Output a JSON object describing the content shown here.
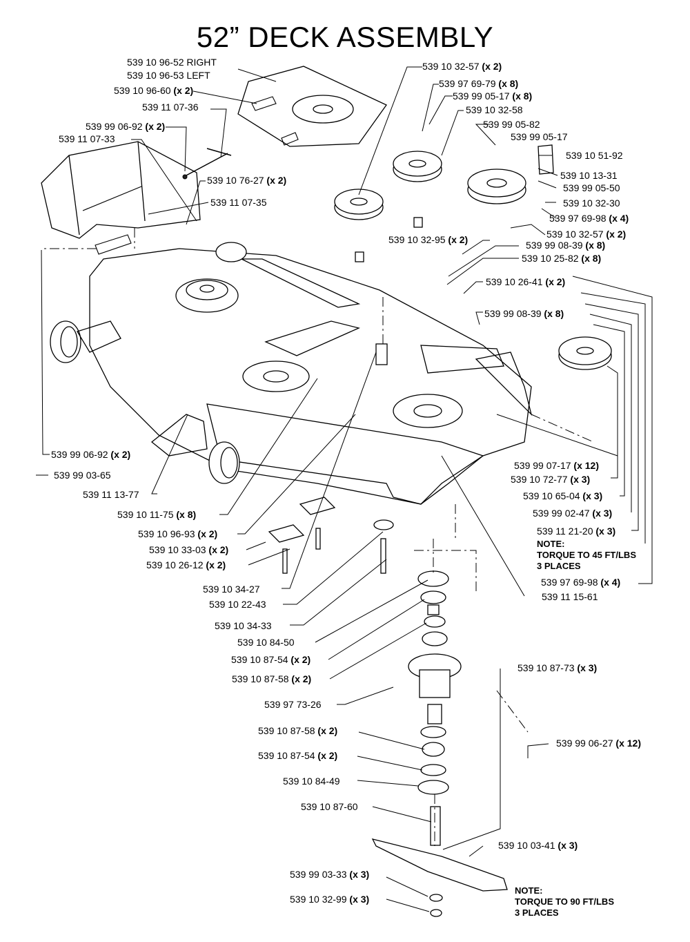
{
  "title": "52” DECK ASSEMBLY",
  "labels": [
    {
      "id": "p1",
      "part": "539 10 96-52 RIGHT",
      "qty": ""
    },
    {
      "id": "p2",
      "part": "539 10 96-53 LEFT",
      "qty": ""
    },
    {
      "id": "p3",
      "part": "539 10 96-60",
      "qty": "(x 2)"
    },
    {
      "id": "p4",
      "part": "539 11 07-36",
      "qty": ""
    },
    {
      "id": "p5",
      "part": "539 99 06-92",
      "qty": "(x 2)"
    },
    {
      "id": "p6",
      "part": "539 11 07-33",
      "qty": ""
    },
    {
      "id": "p7",
      "part": "539 10 76-27",
      "qty": "(x 2)"
    },
    {
      "id": "p8",
      "part": "539 11 07-35",
      "qty": ""
    },
    {
      "id": "p9",
      "part": "539 10 32-57",
      "qty": "(x 2)"
    },
    {
      "id": "p10",
      "part": "539 97 69-79",
      "qty": "(x 8)"
    },
    {
      "id": "p11",
      "part": "539 99 05-17",
      "qty": "(x 8)"
    },
    {
      "id": "p12",
      "part": "539 10 32-58",
      "qty": ""
    },
    {
      "id": "p13",
      "part": "539 99 05-82",
      "qty": ""
    },
    {
      "id": "p14",
      "part": "539 99 05-17",
      "qty": ""
    },
    {
      "id": "p15",
      "part": "539 10 51-92",
      "qty": ""
    },
    {
      "id": "p16",
      "part": "539 10 13-31",
      "qty": ""
    },
    {
      "id": "p17",
      "part": "539 99 05-50",
      "qty": ""
    },
    {
      "id": "p18",
      "part": "539 10 32-30",
      "qty": ""
    },
    {
      "id": "p19",
      "part": "539 97 69-98",
      "qty": "(x 4)"
    },
    {
      "id": "p20",
      "part": "539 10 32-57",
      "qty": "(x 2)"
    },
    {
      "id": "p21",
      "part": "539 10 32-95",
      "qty": "(x 2)"
    },
    {
      "id": "p22",
      "part": "539 99 08-39",
      "qty": "(x 8)"
    },
    {
      "id": "p23",
      "part": "539 10 25-82",
      "qty": "(x 8)"
    },
    {
      "id": "p24",
      "part": "539 10 26-41",
      "qty": "(x 2)"
    },
    {
      "id": "p25",
      "part": "539 99 08-39",
      "qty": "(x 8)"
    },
    {
      "id": "p26",
      "part": "539 99 06-92",
      "qty": "(x 2)"
    },
    {
      "id": "p27",
      "part": "539 99 03-65",
      "qty": ""
    },
    {
      "id": "p28",
      "part": "539 11 13-77",
      "qty": ""
    },
    {
      "id": "p29",
      "part": "539 10 11-75",
      "qty": "(x 8)"
    },
    {
      "id": "p30",
      "part": "539 10 96-93",
      "qty": "(x 2)"
    },
    {
      "id": "p31",
      "part": "539 10 33-03",
      "qty": "(x 2)"
    },
    {
      "id": "p32",
      "part": "539 10 26-12",
      "qty": "(x 2)"
    },
    {
      "id": "p33",
      "part": "539 99 07-17",
      "qty": "(x 12)"
    },
    {
      "id": "p34",
      "part": "539 10 72-77",
      "qty": "(x 3)"
    },
    {
      "id": "p35",
      "part": "539 10 65-04",
      "qty": "(x 3)"
    },
    {
      "id": "p36",
      "part": "539 99 02-47",
      "qty": "(x 3)"
    },
    {
      "id": "p37",
      "part": "539 11 21-20",
      "qty": "(x 3)"
    },
    {
      "id": "p38",
      "part": "539 97 69-98",
      "qty": "(x 4)"
    },
    {
      "id": "p39",
      "part": "539 10 34-27",
      "qty": ""
    },
    {
      "id": "p40",
      "part": "539 11 15-61",
      "qty": ""
    },
    {
      "id": "p41",
      "part": "539 10 22-43",
      "qty": ""
    },
    {
      "id": "p42",
      "part": "539 10 34-33",
      "qty": ""
    },
    {
      "id": "p43",
      "part": "539 10 84-50",
      "qty": ""
    },
    {
      "id": "p44",
      "part": "539 10 87-54",
      "qty": "(x 2)"
    },
    {
      "id": "p45",
      "part": "539 10 87-58",
      "qty": "(x 2)"
    },
    {
      "id": "p46",
      "part": "539 10 87-73",
      "qty": "(x 3)"
    },
    {
      "id": "p47",
      "part": "539 97 73-26",
      "qty": ""
    },
    {
      "id": "p48",
      "part": "539 10 87-58",
      "qty": "(x 2)"
    },
    {
      "id": "p49",
      "part": "539 10 87-54",
      "qty": "(x 2)"
    },
    {
      "id": "p50",
      "part": "539 99 06-27",
      "qty": "(x 12)"
    },
    {
      "id": "p51",
      "part": "539 10 84-49",
      "qty": ""
    },
    {
      "id": "p52",
      "part": "539 10 87-60",
      "qty": ""
    },
    {
      "id": "p53",
      "part": "539 10 03-41",
      "qty": "(x 3)"
    },
    {
      "id": "p54",
      "part": "539 99 03-33",
      "qty": "(x 3)"
    },
    {
      "id": "p55",
      "part": "539 10 32-99",
      "qty": "(x 3)"
    }
  ],
  "notes": {
    "torque45": {
      "heading": "NOTE:",
      "line1": "TORQUE TO 45 FT/LBS",
      "line2": "3 PLACES"
    },
    "torque90": {
      "heading": "NOTE:",
      "line1": "TORQUE TO 90 FT/LBS",
      "line2": "3 PLACES"
    }
  }
}
